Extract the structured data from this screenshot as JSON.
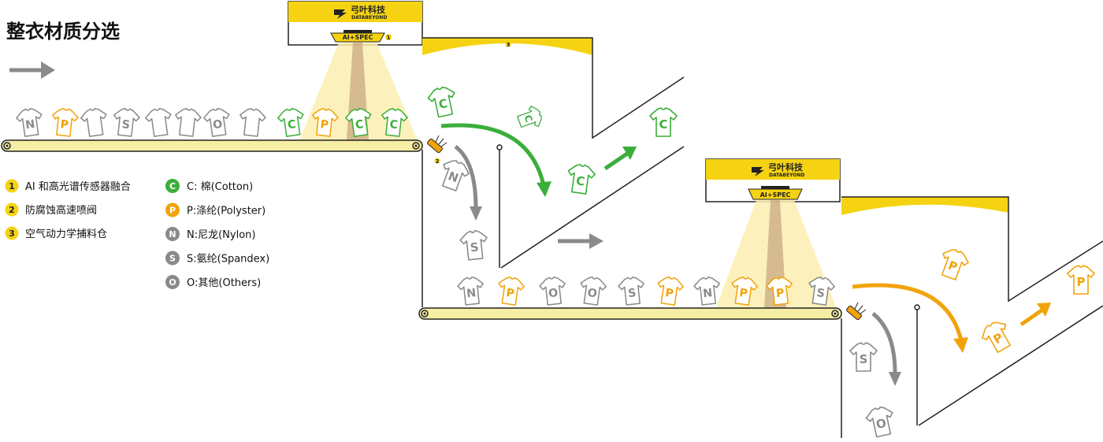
{
  "title": "整衣材质分选",
  "brand": {
    "name": "弓叶科技",
    "tagline": "DATABEYOND"
  },
  "sensor_label": "AI+SPEC",
  "component_numbers": [
    "1",
    "2",
    "3"
  ],
  "components": [
    {
      "num": "1",
      "label": "AI 和高光谱传感器融合"
    },
    {
      "num": "2",
      "label": "防腐蚀高速喷阀"
    },
    {
      "num": "3",
      "label": "空气动力学捕料仓"
    }
  ],
  "materials": [
    {
      "code": "C",
      "label": "C: 棉(Cotton)",
      "color": "#3bae3b"
    },
    {
      "code": "P",
      "label": "P:涤纶(Polyster)",
      "color": "#f0a30a"
    },
    {
      "code": "N",
      "label": "N:尼龙(Nylon)",
      "color": "#8a8a8a"
    },
    {
      "code": "S",
      "label": "S:氨纶(Spandex)",
      "color": "#8a8a8a"
    },
    {
      "code": "O",
      "label": "O:其他(Others)",
      "color": "#8a8a8a"
    }
  ],
  "colors": {
    "yellow": "#f5d312",
    "belt_fill": "#f6eea4",
    "beam": "#fbeeb0",
    "beam_core": "#c9a882",
    "green": "#3bae3b",
    "orange": "#f0a30a",
    "gray": "#8a8a8a",
    "outline": "#222222"
  },
  "stage1_belt_items": [
    "N",
    "P",
    "",
    "S",
    "",
    "",
    "O",
    "",
    "C",
    "P",
    "C",
    "C"
  ],
  "stage1_rejected": [
    "N",
    "S"
  ],
  "stage1_accepted": [
    "C",
    "C",
    "C",
    "C"
  ],
  "stage2_belt_items": [
    "N",
    "P",
    "O",
    "O",
    "S",
    "P",
    "N",
    "P",
    "P",
    "S"
  ],
  "stage2_rejected": [
    "S",
    "O"
  ],
  "stage2_accepted": [
    "P",
    "P",
    "P"
  ]
}
